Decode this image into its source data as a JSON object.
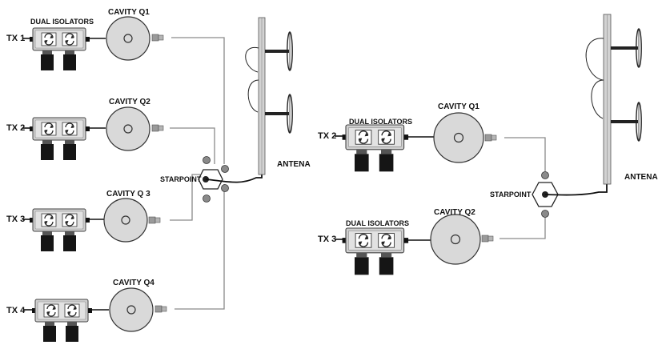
{
  "left": {
    "tx1": "TX 1",
    "tx2": "TX 2",
    "tx3": "TX 3",
    "tx4": "TX 4",
    "isolators_label": "DUAL ISOLATORS",
    "cavity1": "CAVITY Q1",
    "cavity2": "CAVITY Q2",
    "cavity3": "CAVITY Q 3",
    "cavity4": "CAVITY Q4",
    "starpoint": "STARPOINT",
    "antenna": "ANTENA"
  },
  "right": {
    "tx2": "TX 2",
    "tx3": "TX 3",
    "isolators1": "DUAL ISOLATORS",
    "isolators2": "DUAL ISOLATORS",
    "cavity1": "CAVITY Q1",
    "cavity2": "CAVITY Q2",
    "starpoint": "STARPOINT",
    "antenna": "ANTENA"
  },
  "colors": {
    "line": "#222222",
    "cable_gray": "#8a8a8a",
    "cavity_fill": "#d9d9d9",
    "isolator_fill": "#cfcfcf",
    "circulator_fill": "#ffffff",
    "connector_black": "#111111",
    "mast": "#cfcfcf"
  }
}
